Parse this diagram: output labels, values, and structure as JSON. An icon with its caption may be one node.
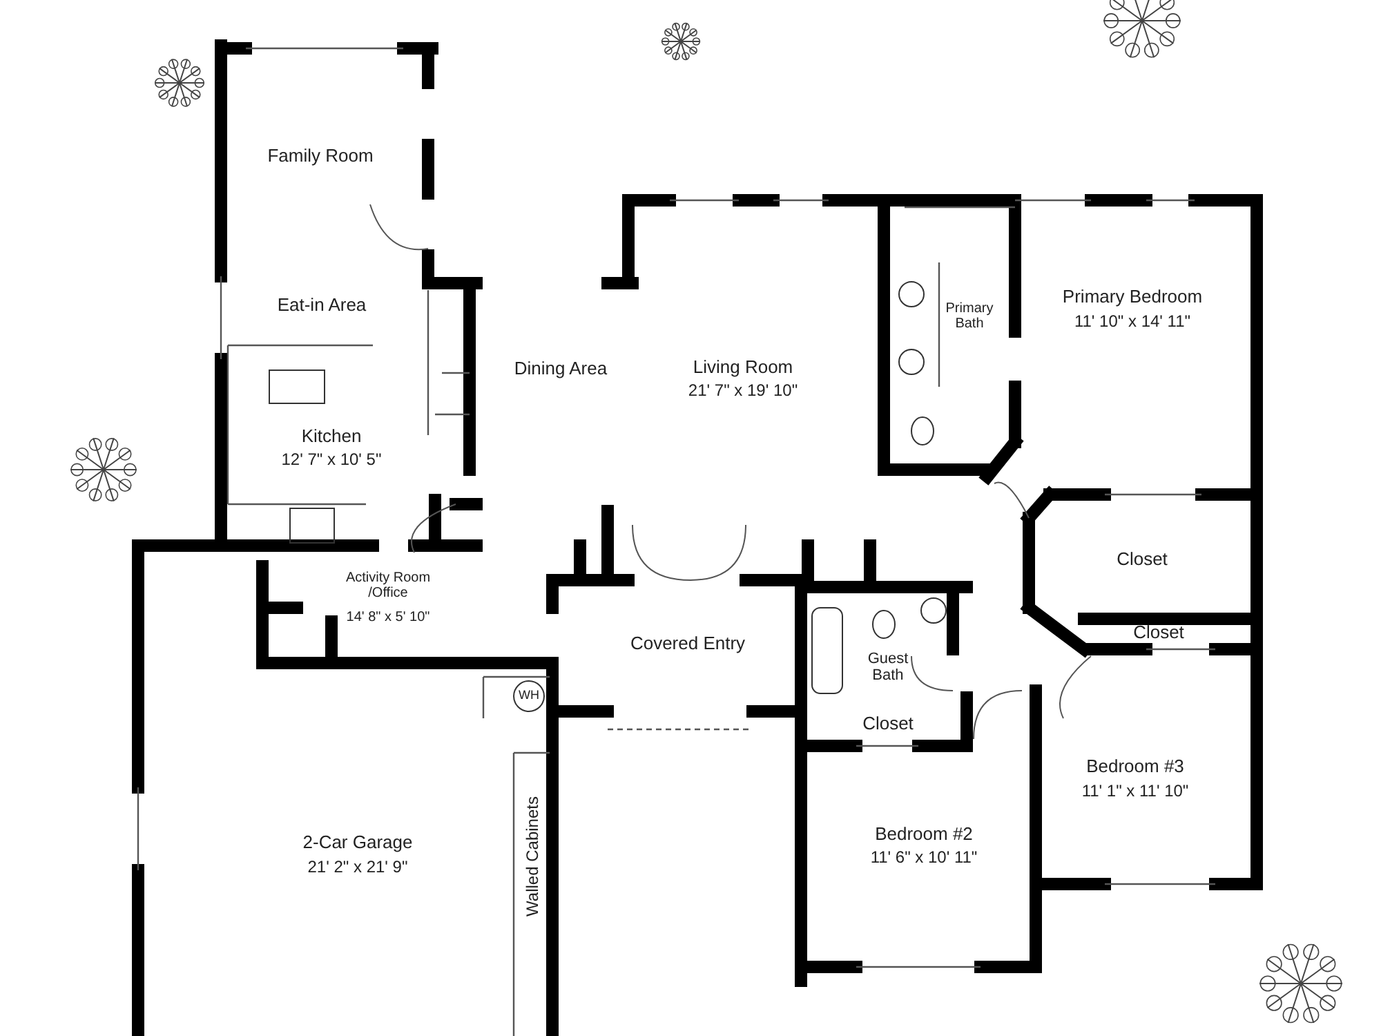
{
  "diagram": {
    "labels": [
      "Family Room",
      "Primary Bedroom",
      "11' 10\" x 14' 11\"",
      "Eat-in Area",
      "Primary Bath",
      "Dining Area",
      "Living Room",
      "21' 7\" x 19' 10\"",
      "Kitchen",
      "12' 7\" x 10' 5\"",
      "Closet",
      "Activity Room /Office",
      "14' 8\" x 5' 10\"",
      "Closet",
      "Covered Entry",
      "Guest Bath",
      "WH",
      "Closet",
      "Bedroom #3",
      "11' 1\" x 11' 10\"",
      "2-Car Garage",
      "21' 2\" x 21' 9\"",
      "Walled Cabinets",
      "Bedroom #2",
      "11' 6\" x 10' 11\""
    ]
  }
}
